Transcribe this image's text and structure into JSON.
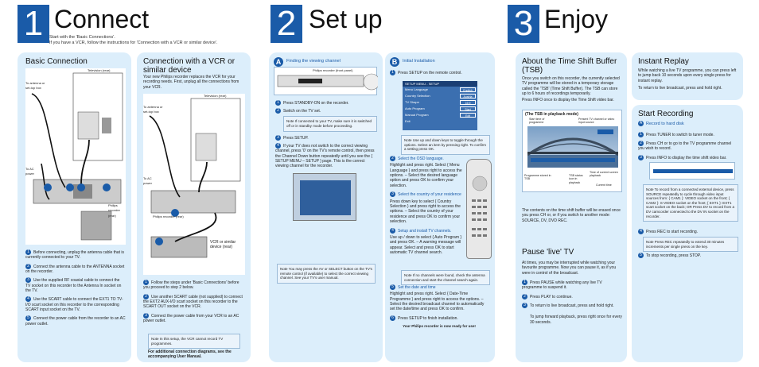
{
  "step1": {
    "number": "1",
    "title": "Connect",
    "subtitle_line1": "Start with the 'Basic Connections'.",
    "subtitle_line2": "If you have a VCR, follow the instructions for 'Connection with a VCR or similar device'.",
    "basic": {
      "title": "Basic Connection",
      "tv_rear": "Television (rear)",
      "to_antenna": "To antenna or set-top box",
      "to_ac": "To AC power",
      "recorder_rear": "Philips recorder (rear)",
      "steps": [
        "Before connecting, unplug the antenna cable that is currently connected to your TV.",
        "Connect the antenna cable to the ANTENNA socket on the recorder.",
        "Use the supplied RF coaxial cable to connect the TV socket on this recorder to the Antenna In socket on the TV.",
        "Use the SCART cable to connect the EXT1 TO TV-I/O scart socket on this recorder to the corresponding SCART input socket on the TV.",
        "Connect the power cable from the recorder to an AC power outlet."
      ]
    },
    "vcr": {
      "title": "Connection with a VCR or similar device",
      "intro": "Your new Philips recorder replaces the VCR for your recording needs. First, unplug all the connections from your VCR.",
      "tv_rear": "Television (rear)",
      "to_antenna": "To antenna or set-top box",
      "to_ac": "To AC power",
      "recorder_rear": "Philips recorder (rear)",
      "vcr_label": "VCR or similar device (rear)",
      "steps": [
        "Follow the steps under 'Basic Connections' before you proceed to step 2 below.",
        "Use another SCART cable (not supplied) to connect the EXT2 AUX-I/O scart socket on this recorder to the SCART OUT socket on the VCR.",
        "Connect the power cable from your VCR to an AC power outlet."
      ],
      "note": "Note In this setup, the VCR cannot record TV programmes.",
      "footer": "For additional connection diagrams, see the accompanying User Manual."
    }
  },
  "step2": {
    "number": "2",
    "title": "Set up",
    "partA": {
      "badge": "A",
      "title": "Finding the viewing channel",
      "front_label": "Philips recorder (front panel)",
      "steps": [
        "Press STANDBY-ON on the recorder.",
        "Switch on the TV set.",
        "Press SETUP.",
        "If your TV does not switch to the correct viewing channel, press '0' on the TV's remote control, then press the Channel Down button repeatedly until you see the { SETUP MENU – SETUP } page. This is the correct viewing channel for the recorder."
      ],
      "note1": "Note If connected to your TV, make sure it is switched off or in standby mode before proceeding.",
      "note2": "Note You may press the AV or SELECT button on the TV's remote control (if available) to select the correct viewing channel. See your TV's user manual."
    },
    "partB": {
      "badge": "B",
      "title": "Initial Installation",
      "step1": "Press SETUP on the remote control.",
      "menu_title": "SETUP MENU - SETUP",
      "menu_items": [
        "Menu Language",
        "Country Selection",
        "TV Shape",
        "Auto Program",
        "Manual Program",
        "Exit"
      ],
      "menu_values": [
        "English",
        "Austria",
        "16:9",
        "Start",
        "Edit",
        ""
      ],
      "note": "Note Use up and down keys to toggle through the options. Select an item by pressing right. To confirm a setting press OK.",
      "sec2_title": "Select the OSD language.",
      "sec2_text": "Highlight and press right. Select { Menu Language } and press right to access the options. – Select the desired language option and press OK to confirm your selection.",
      "sec3_title": "Select the country of your residence",
      "sec3_text": "Press down key to select { Country Selection } and press right to access the options. – Select the country of your residence and press OK to confirm your selection.",
      "sec4_title": "Setup and install TV channels.",
      "sec4_text": "Use up / down to select { Auto Program } and press OK. – A warning message will appear. Select and press OK to start automatic TV channel search.",
      "sec4_note": "Note If no channels were found, check the antenna connection and start the channel search again.",
      "sec5_title": "Set the date and time",
      "sec5_text": "Highlight and press right. Select { Date-Time Programme } and press right to access the options. – Select the desired broadcast channel to automatically set the date/time and press OK to confirm.",
      "sec6": "Press SETUP to finish installation.",
      "ready": "Your Philips recorder is now ready for use!"
    }
  },
  "step3": {
    "number": "3",
    "title": "Enjoy",
    "tsb": {
      "title": "About the Time Shift Buffer (TSB)",
      "p1": "Once you switch on this recorder, the currently selected TV programme will be stored in a temporary storage called the 'TSB' (Time Shift Buffer). The TSB can store up to 6 hours of recordings temporarily.",
      "p2": "Press INFO once to display the Time Shift video bar.",
      "figure_title": "(The TSB in playback mode)",
      "fig_start": "Start time of programme",
      "fig_channel": "Present TV channel or video input source",
      "fig_recorded": "Programme stored in TSB",
      "fig_status": "TSB status icon in playback",
      "fig_time": "Time of current screen playback",
      "fig_current": "Current time",
      "p3": "The contents on the time shift buffer will be erased once you press CH or, or if you switch to another mode: SOURCE, DV, DVD REC."
    },
    "pause": {
      "title": "Pause 'live' TV",
      "intro": "At times, you may be interrupted while watching your favourite programme. Now you can pause it, as if you were in control of the broadcast.",
      "steps": [
        "Press PAUSE while watching any live TV programme to suspend it.",
        "Press PLAY to continue.",
        "To return to live broadcast, press and hold right."
      ],
      "footer": "To jump forward playback, press right once for every 30 seconds."
    },
    "replay": {
      "title": "Instant Replay",
      "p1": "While watching a live TV programme, you can press left to jump back 10 seconds upon every single press for instant replay.",
      "p2": "To return to live broadcast, press and hold right."
    },
    "record": {
      "title": "Start Recording",
      "sub": "Record to hard disk",
      "steps": [
        "Press TUNER to switch to tuner mode.",
        "Press CH or to go to the TV programme channel you wish to record.",
        "Press INFO to display the time shift video bar."
      ],
      "note": "Note To record from a connected external device, press SOURCE repeatedly to cycle through video input sources from: { CAM1 }: VIDEO socket on the front; { CAM2 }: S-VIDEO socket on the front; { EXT1 }: EXT1 scart socket on the back; OR Press DV to record from a DV camcorder connected to the DV IN socket on the recorder.",
      "step4": "Press REC to start recording.",
      "note2": "Note Press REC repeatedly to extend 30 minutes increments per single press on the key.",
      "step5": "To stop recording, press STOP."
    }
  },
  "colors": {
    "accent": "#1a5ba8",
    "panel": "#dceefb"
  }
}
